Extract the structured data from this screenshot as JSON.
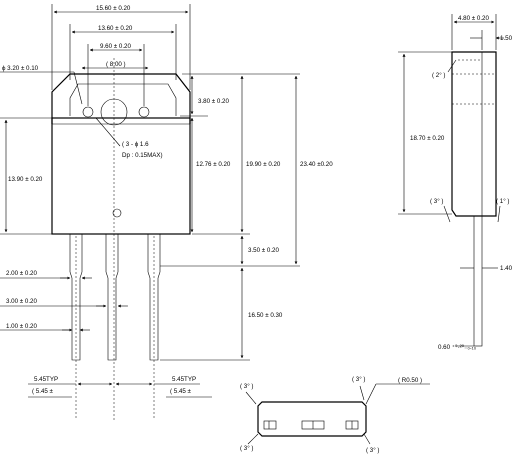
{
  "dims": {
    "top_1": "15.60 ± 0.20",
    "top_2": "13.60 ± 0.20",
    "top_3": "9.60 ± 0.20",
    "top_4": "( 8.00 )",
    "hole_dia": "ϕ 3.20 ± 0.10",
    "tab_h": "3.80 ± 0.20",
    "pin_spec_1": "( 3 - ϕ  1.6",
    "pin_spec_2": "Dp : 0.15MAX)",
    "left_h": "13.90 ± 0.20",
    "body_h": "12.76 ± 0.20",
    "h_19": "19.90 ± 0.20",
    "h_23": "23.40 ±0.20",
    "h_3_50": "3.50 ± 0.20",
    "lead_w_200": "2.00 ± 0.20",
    "lead_w_300": "3.00 ± 0.20",
    "lead_w_100": "1.00 ± 0.20",
    "lead_len": "16.50 ± 0.30",
    "typ_left": "5.45TYP",
    "typ_left_paren": "( 5.45 ±",
    "typ_right": "5.45TYP",
    "typ_right_paren": "( 5.45 ±"
  },
  "side": {
    "w_480": "4.80 ± 0.20",
    "w_150": "1.50",
    "angle_top": "( 2° )",
    "h_1870": "18.70 ± 0.20",
    "angle_bl": "( 3° )",
    "angle_br": "( 1° )",
    "lead_140": "1.40",
    "lead_060": "0.60 ⁺⁰·²⁰₋₀.₁₀"
  },
  "bottom": {
    "angle_tl": "( 3° )",
    "angle_tr": "( 3° )",
    "r050": "( R0.50 )",
    "angle_bl": "( 3° )",
    "angle_br": "( 3° )"
  }
}
